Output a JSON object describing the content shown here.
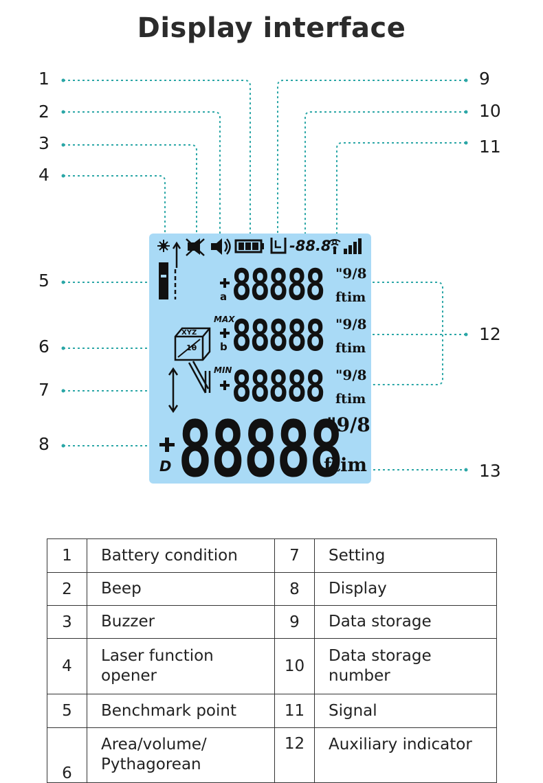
{
  "title": "Display interface",
  "callouts": {
    "n1": "1",
    "n2": "2",
    "n3": "3",
    "n4": "4",
    "n5": "5",
    "n6": "6",
    "n7": "7",
    "n8": "8",
    "n9": "9",
    "n10": "10",
    "n11": "11",
    "n12": "12",
    "n13": "13"
  },
  "lcd": {
    "temp": "-88.8°",
    "digits_small": "88888",
    "digits_large": "88888",
    "unit_top": "\"9/8",
    "unit_bottom": "ftim",
    "a_label": "a",
    "b_label": "b",
    "max_label": "MAX",
    "min_label": "MIN",
    "d_label": "D",
    "xyz_label": "XYZ",
    "iii_label": "1θ"
  },
  "legend": {
    "rows": [
      {
        "n1": "1",
        "t1": "Battery condition",
        "n2": "7",
        "t2": "Setting"
      },
      {
        "n1": "2",
        "t1": "Beep",
        "n2": "8",
        "t2": "Display"
      },
      {
        "n1": "3",
        "t1": "Buzzer",
        "n2": "9",
        "t2": "Data storage"
      },
      {
        "n1": "4",
        "t1": "Laser function opener",
        "n2": "10",
        "t2": "Data storage number"
      },
      {
        "n1": "5",
        "t1": "Benchmark point",
        "n2": "11",
        "t2": "Signal"
      },
      {
        "n1": "6",
        "t1": "Area/volume/ Pythagorean",
        "n2": "12",
        "t2": "Auxiliary indicator"
      }
    ]
  },
  "colors": {
    "lcd_bg": "#a9daf6",
    "leader": "#2aa6a6",
    "text": "#222222"
  }
}
